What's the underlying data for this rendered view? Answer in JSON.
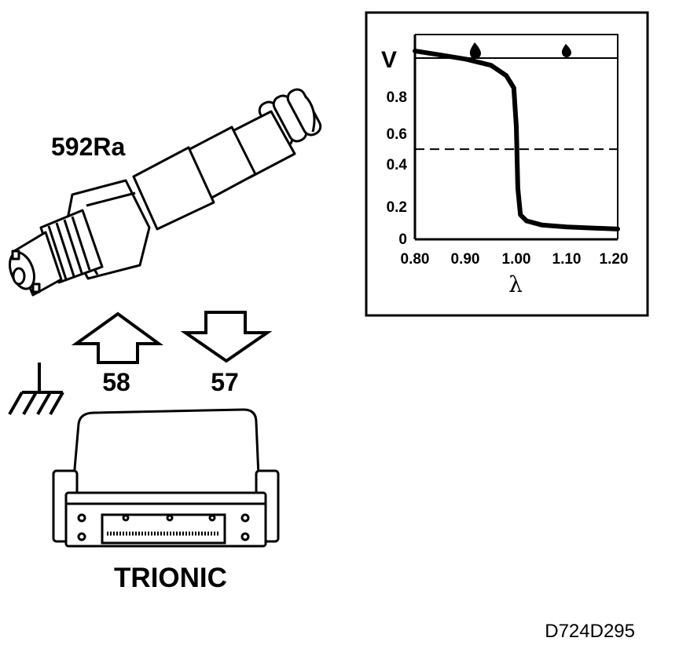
{
  "sensor": {
    "label": "592Ra"
  },
  "connections": {
    "up_pin": "58",
    "down_pin": "57"
  },
  "ecu": {
    "label": "TRIONIC"
  },
  "figure_code": "D724D295",
  "chart_data": {
    "type": "line",
    "ylabel": "V",
    "xlabel": "λ",
    "xlim": [
      0.8,
      1.2
    ],
    "ylim": [
      0,
      1.0
    ],
    "x_ticks": [
      "0.80",
      "0.90",
      "1.00",
      "1.10",
      "1.20"
    ],
    "y_ticks": [
      "0",
      "0.2",
      "0.4",
      "0.6",
      "0.8"
    ],
    "top_band_icons": [
      "fuel-drop-rich-icon",
      "fuel-drop-lean-icon"
    ],
    "reference_line": {
      "style": "dashed",
      "y": 0.44
    },
    "series": [
      {
        "x": [
          0.8,
          0.85,
          0.9,
          0.95,
          0.98,
          0.995,
          1.0,
          1.003,
          1.008,
          1.02,
          1.05,
          1.1,
          1.15,
          1.2
        ],
        "y": [
          0.92,
          0.9,
          0.88,
          0.85,
          0.8,
          0.74,
          0.55,
          0.25,
          0.12,
          0.09,
          0.07,
          0.06,
          0.055,
          0.05
        ]
      }
    ]
  }
}
